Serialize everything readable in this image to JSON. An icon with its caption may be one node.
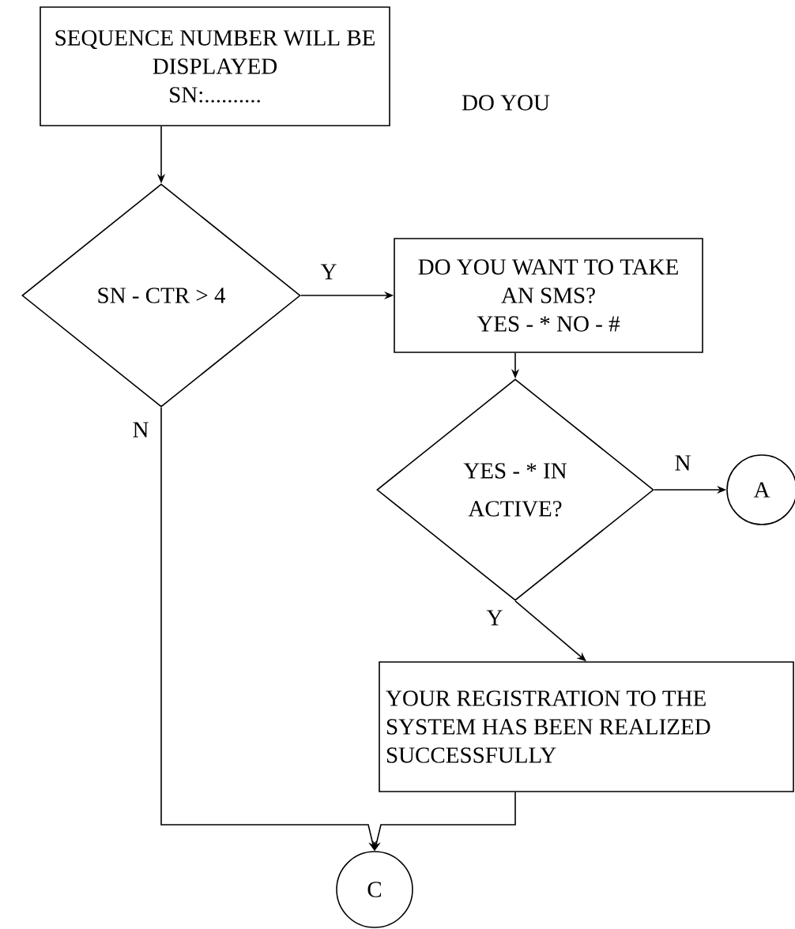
{
  "diagram": {
    "nodes": [
      {
        "text": [
          "SEQUENCE NUMBER WILL BE DISPLAYED",
          "SN:.........."
        ]
      },
      {
        "text": [
          "SN - CTR > 4"
        ]
      },
      {
        "text": [
          "DO YOU WANT TO TAKE AN SMS?",
          "YES - *     NO - #"
        ]
      },
      {
        "text": [
          "YES - * IN ACTIVE?"
        ]
      },
      {
        "text": [
          "A"
        ]
      },
      {
        "text": [
          "YOUR REGISTRATION TO THE SYSTEM HAS BEEN REALIZED SUCCESSFULLY"
        ]
      },
      {
        "text": [
          "C"
        ]
      }
    ],
    "edges": [
      {
        "from": 0,
        "to": 1,
        "arrow": "to"
      },
      {
        "from": 1,
        "to": 2,
        "arrow": "to",
        "label": "Y"
      },
      {
        "from": 2,
        "to": 3,
        "arrow": "to"
      },
      {
        "from": 3,
        "to": 4,
        "arrow": "to",
        "label": "N"
      },
      {
        "from": 3,
        "to": 5,
        "arrow": "to",
        "label": "Y"
      },
      {
        "from": 1,
        "to": 6,
        "arrow": "to",
        "label": "N"
      },
      {
        "from": 5,
        "to": 6,
        "arrow": "to"
      }
    ],
    "labels": [
      "DO YOU"
    ]
  }
}
